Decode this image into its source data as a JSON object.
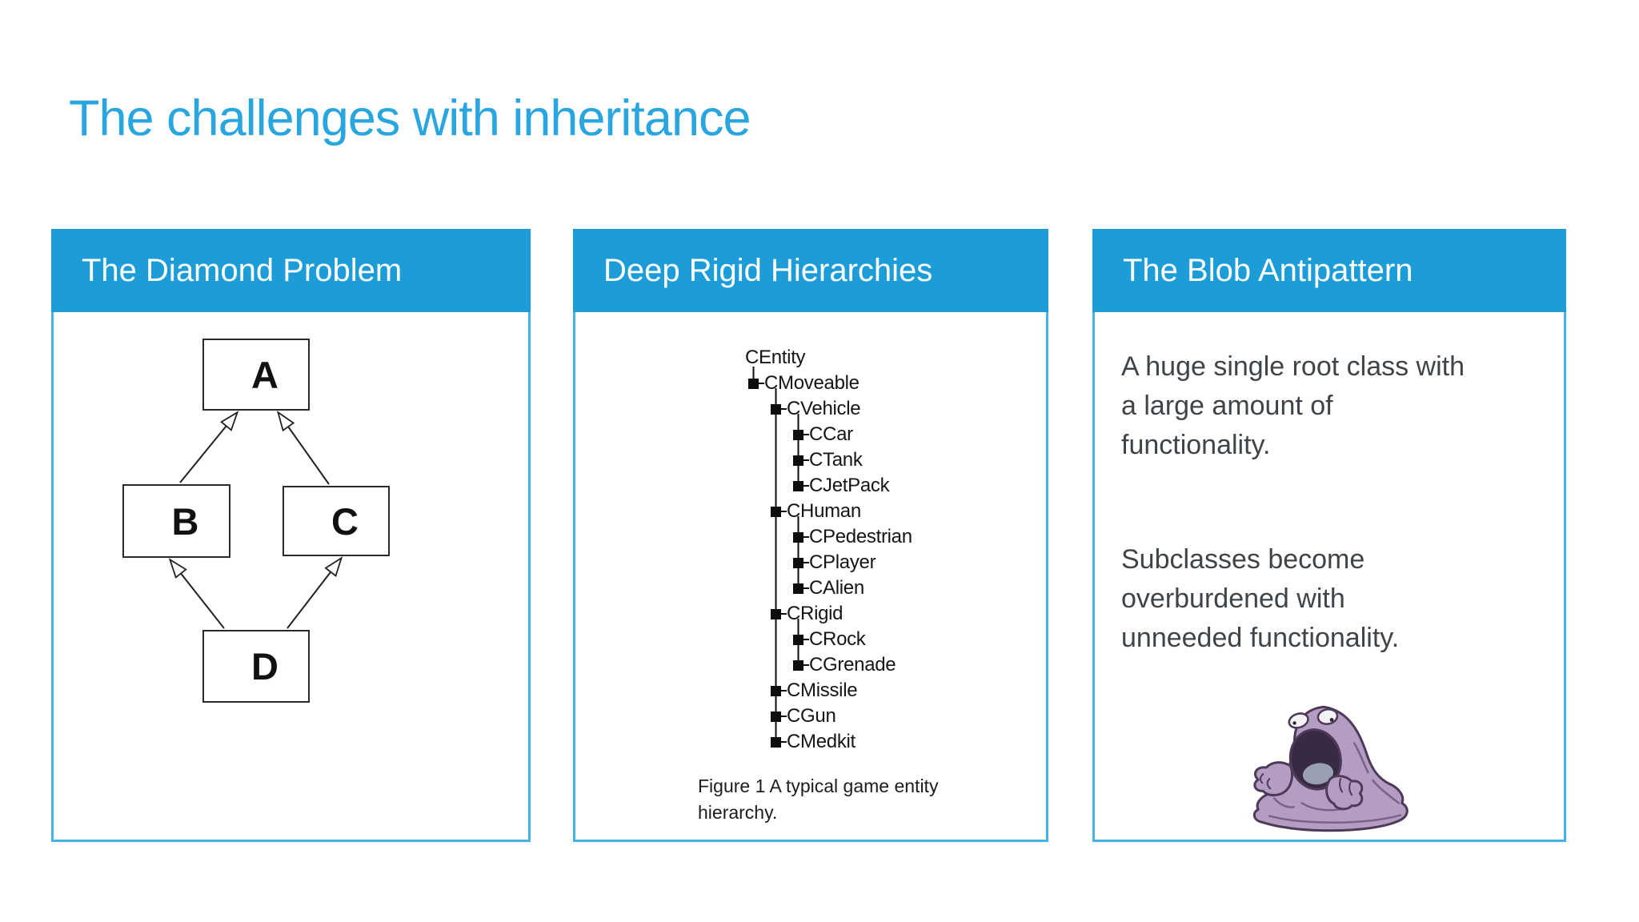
{
  "page": {
    "title": "The challenges with inheritance"
  },
  "colors": {
    "title_text": "#29A6DF",
    "panel_header_bg": "#1D9DD8",
    "panel_border": "#45B3E4",
    "body_text": "#3F4448",
    "diagram_ink": "#222222",
    "blob_purple": "#B39DC3"
  },
  "panels": [
    {
      "header": "The Diamond Problem",
      "diagram": {
        "type": "uml-class-diamond",
        "nodes": [
          "A",
          "B",
          "C",
          "D"
        ],
        "edges": [
          [
            "B",
            "A"
          ],
          [
            "C",
            "A"
          ],
          [
            "D",
            "B"
          ],
          [
            "D",
            "C"
          ]
        ]
      }
    },
    {
      "header": "Deep Rigid Hierarchies",
      "tree": [
        {
          "label": "CEntity",
          "level": 0
        },
        {
          "label": "CMoveable",
          "level": 1
        },
        {
          "label": "CVehicle",
          "level": 2
        },
        {
          "label": "CCar",
          "level": 3
        },
        {
          "label": "CTank",
          "level": 3
        },
        {
          "label": "CJetPack",
          "level": 3
        },
        {
          "label": "CHuman",
          "level": 2
        },
        {
          "label": "CPedestrian",
          "level": 3
        },
        {
          "label": "CPlayer",
          "level": 3
        },
        {
          "label": "CAlien",
          "level": 3
        },
        {
          "label": "CRigid",
          "level": 2
        },
        {
          "label": "CRock",
          "level": 3
        },
        {
          "label": "CGrenade",
          "level": 3
        },
        {
          "label": "CMissile",
          "level": 2
        },
        {
          "label": "CGun",
          "level": 2
        },
        {
          "label": "CMedkit",
          "level": 2
        }
      ],
      "caption_line1": "Figure 1    A typical game entity",
      "caption_line2": "hierarchy."
    },
    {
      "header": "The Blob Antipattern",
      "paragraph1": "A huge single root class with a large amount of functionality.",
      "paragraph2": "Subclasses become overburdened with unneeded functionality.",
      "illustration": "grimer-pokemon-blob"
    }
  ]
}
